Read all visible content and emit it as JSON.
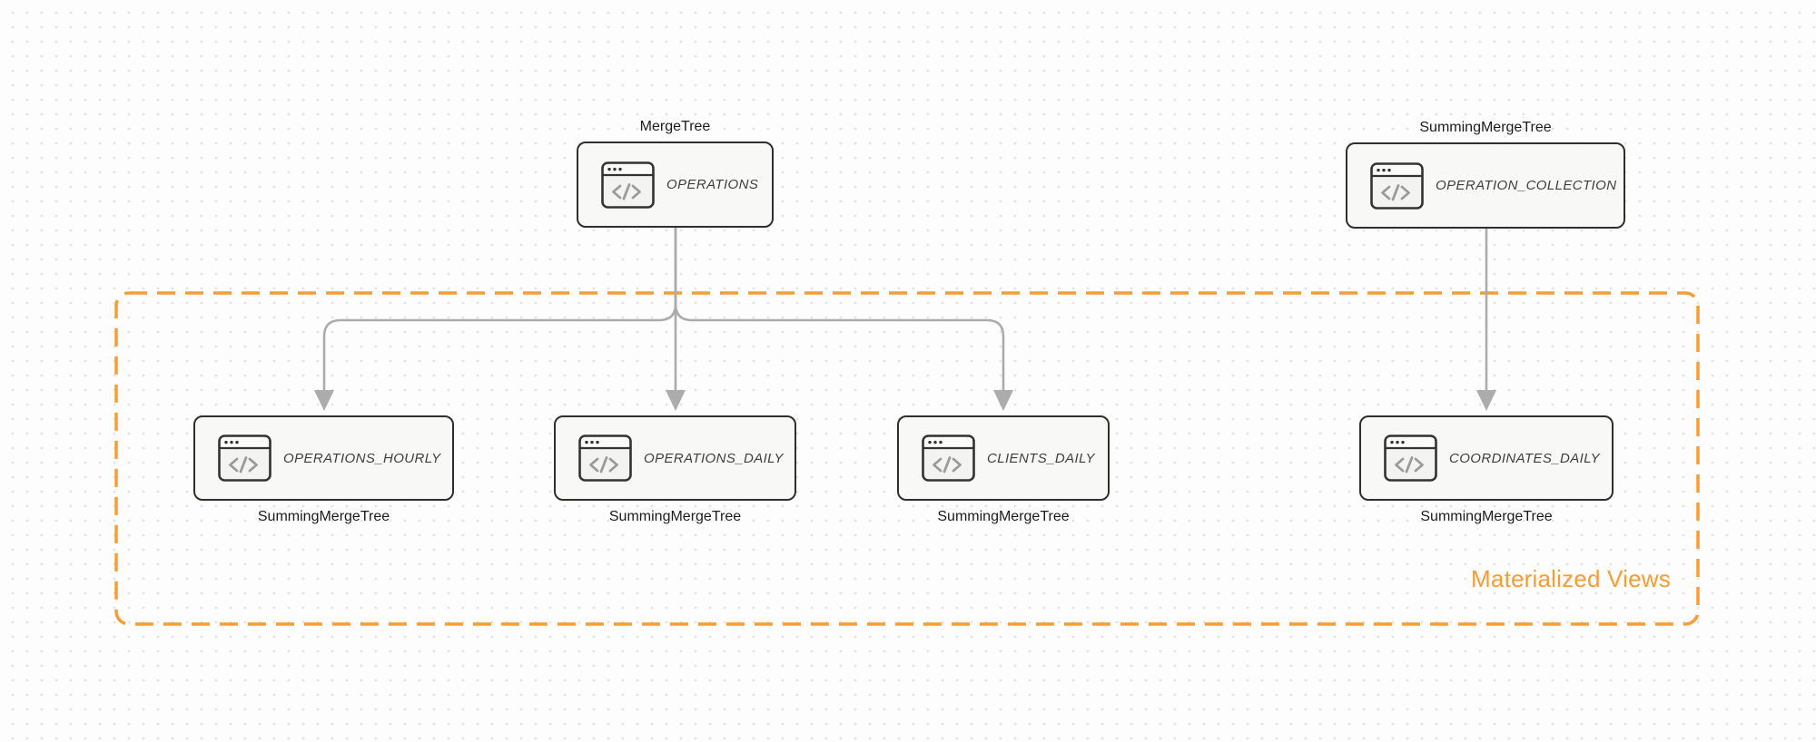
{
  "diagram": {
    "group_label": "Materialized Views",
    "nodes": [
      {
        "engine": "MergeTree",
        "name": "OPERATIONS",
        "icon": "code-window-icon"
      },
      {
        "engine": "SummingMergeTree",
        "name": "OPERATION_COLLECTION",
        "icon": "code-window-icon"
      },
      {
        "engine": "SummingMergeTree",
        "name": "OPERATIONS_HOURLY",
        "icon": "code-window-icon"
      },
      {
        "engine": "SummingMergeTree",
        "name": "OPERATIONS_DAILY",
        "icon": "code-window-icon"
      },
      {
        "engine": "SummingMergeTree",
        "name": "CLIENTS_DAILY",
        "icon": "code-window-icon"
      },
      {
        "engine": "SummingMergeTree",
        "name": "COORDINATES_DAILY",
        "icon": "code-window-icon"
      }
    ],
    "edges": [
      {
        "from": "OPERATIONS",
        "to": "OPERATIONS_HOURLY"
      },
      {
        "from": "OPERATIONS",
        "to": "OPERATIONS_DAILY"
      },
      {
        "from": "OPERATIONS",
        "to": "CLIENTS_DAILY"
      },
      {
        "from": "OPERATION_COLLECTION",
        "to": "COORDINATES_DAILY"
      }
    ]
  },
  "colors": {
    "accent_orange": "#f89c33",
    "connector_gray": "#acacac",
    "node_border": "#2f2f2f",
    "node_fill": "#f8f8f7",
    "icon_glyph_gray": "#9b9b9b",
    "node_text": "#3f3f3f",
    "engine_text": "#1c1c1e"
  }
}
